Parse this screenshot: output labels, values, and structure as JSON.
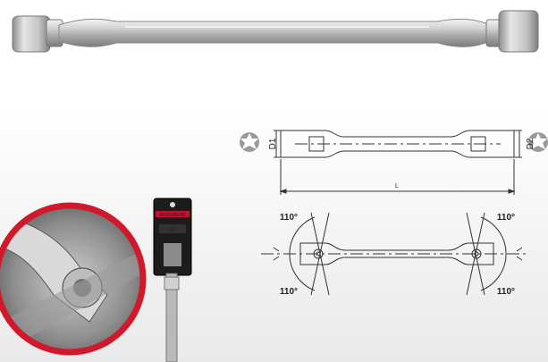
{
  "drawing": {
    "top_view": {
      "left_label": "D1",
      "right_label": "D2",
      "length_label": "L"
    },
    "side_view": {
      "angle_top_left": "110°",
      "angle_top_right": "110°",
      "angle_bottom_left": "110°",
      "angle_bottom_right": "110°"
    }
  },
  "package": {
    "brand_text": "ROSSWERK",
    "badge_text": "HD"
  },
  "icons": [
    "torx-profile-icon-left",
    "torx-profile-icon-right"
  ]
}
